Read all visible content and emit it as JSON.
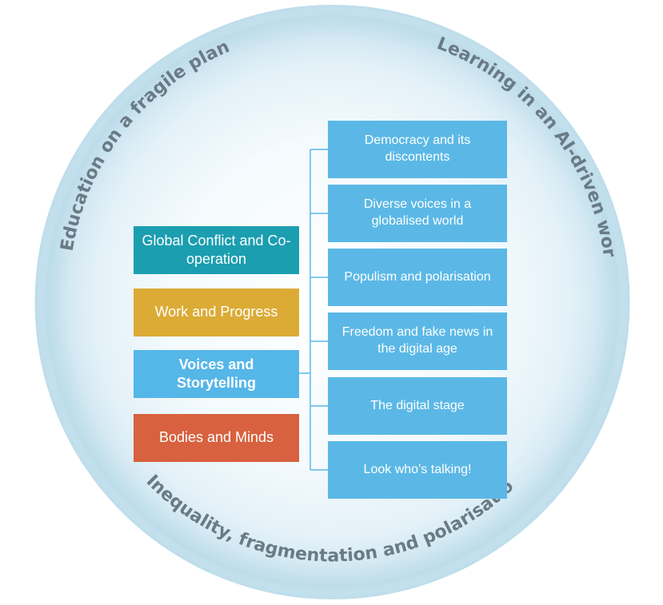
{
  "outer_labels": {
    "top_left": "Education on a fragile planet",
    "top_right": "Learning in an AI-driven world",
    "bottom": "Inequality, fragmentation and polarisation"
  },
  "themes": [
    {
      "label": "Global Conflict and Co-operation",
      "color": "#1b9eb0",
      "selected": false
    },
    {
      "label": "Work and Progress",
      "color": "#dbab35",
      "selected": false
    },
    {
      "label": "Voices and Storytelling",
      "color": "#55b6e8",
      "selected": true
    },
    {
      "label": "Bodies and Minds",
      "color": "#d8613f",
      "selected": false
    }
  ],
  "subtopics": [
    {
      "label": "Democracy and its discontents"
    },
    {
      "label": "Diverse voices in a globalised world"
    },
    {
      "label": "Populism and polarisation"
    },
    {
      "label": "Freedom and fake news in the digital age"
    },
    {
      "label": "The digital stage"
    },
    {
      "label": "Look who’s talking!"
    }
  ],
  "colors": {
    "ring_text": "#6a7a86",
    "subtopic_fill": "#5bb8e6",
    "connector": "#5bb8e6"
  }
}
